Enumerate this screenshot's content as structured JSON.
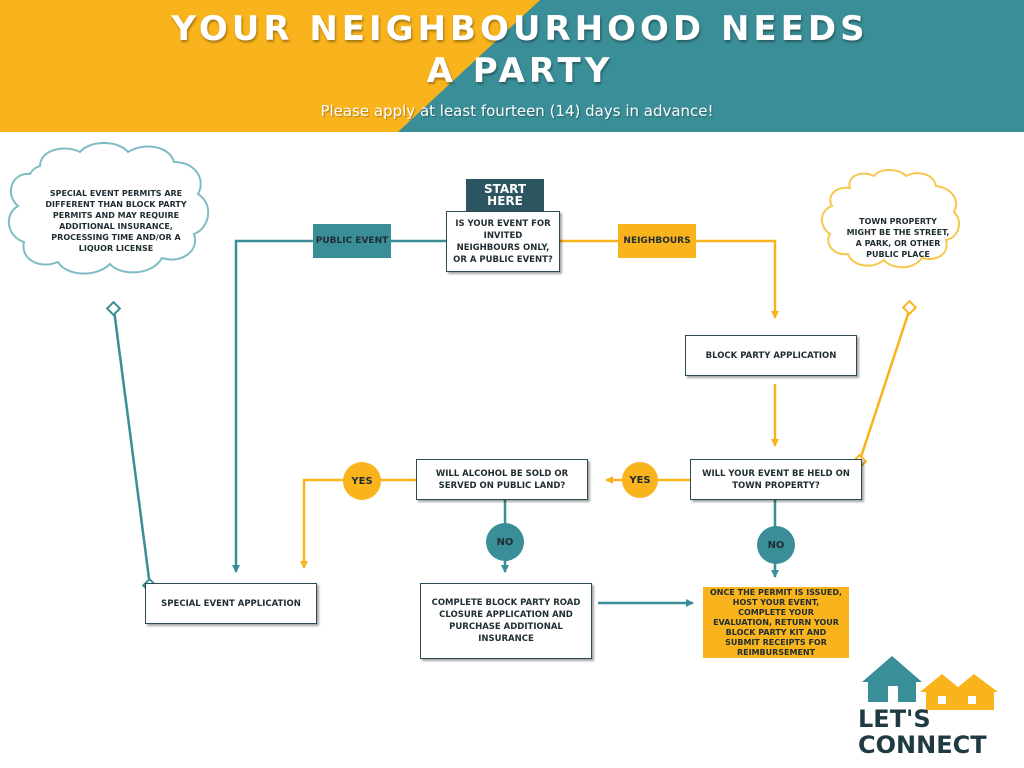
{
  "header": {
    "title": "YOUR NEIGHBOURHOOD NEEDS A PARTY",
    "subtitle": "Please apply at least fourteen (14) days in advance!"
  },
  "colors": {
    "teal": "#3a8e97",
    "yellow": "#f9b31c",
    "dark": "#2b4a53",
    "cloud_teal": "#7fbcc4",
    "cloud_yellow": "#f6c84e"
  },
  "flow": {
    "start_label": "START HERE",
    "q_event_type": "IS YOUR EVENT FOR INVITED NEIGHBOURS ONLY, OR A PUBLIC EVENT?",
    "public_event": "PUBLIC EVENT",
    "neighbours": "NEIGHBOURS",
    "block_party_app": "BLOCK PARTY APPLICATION",
    "q_town_property": "WILL YOUR EVENT BE HELD ON TOWN PROPERTY?",
    "q_alcohol": "WILL ALCOHOL BE SOLD OR SERVED ON PUBLIC LAND?",
    "yes": "YES",
    "no": "NO",
    "special_event_app": "SPECIAL EVENT APPLICATION",
    "road_closure": "COMPLETE BLOCK PARTY ROAD CLOSURE APPLICATION AND PURCHASE ADDITIONAL INSURANCE",
    "final_step": "ONCE THE PERMIT IS ISSUED, HOST YOUR EVENT, COMPLETE YOUR EVALUATION, RETURN YOUR BLOCK PARTY KIT AND SUBMIT RECEIPTS FOR REIMBURSEMENT"
  },
  "notes": {
    "special_event_note": "SPECIAL EVENT PERMITS ARE DIFFERENT THAN BLOCK PARTY PERMITS AND MAY REQUIRE ADDITIONAL INSURANCE, PROCESSING TIME AND/OR A LIQUOR LICENSE",
    "town_property_note": "TOWN PROPERTY MIGHT BE THE STREET, A PARK, OR OTHER PUBLIC PLACE"
  },
  "logo": {
    "line1": "LET'S",
    "line2": "CONNECT",
    "icon": "houses-icon"
  }
}
